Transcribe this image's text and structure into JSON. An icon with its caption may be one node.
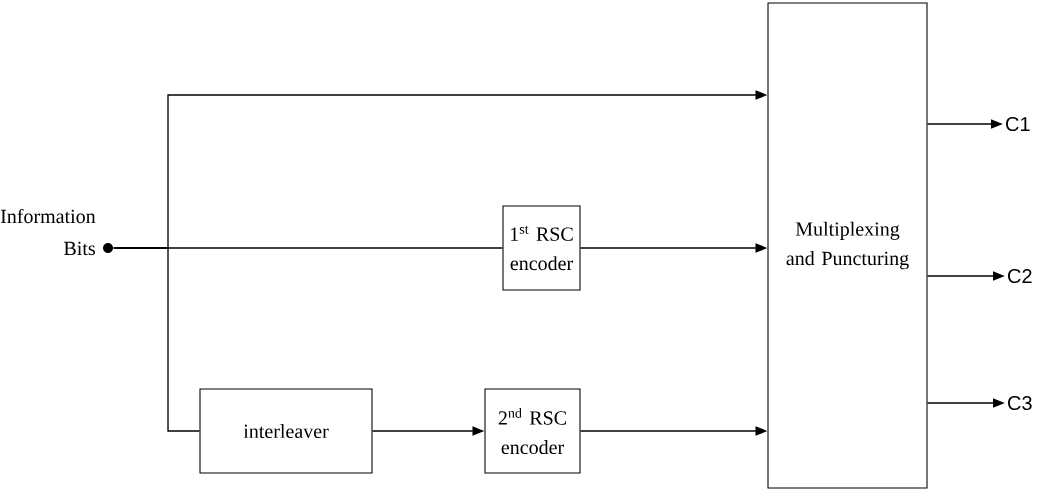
{
  "diagram": {
    "nodes": [
      {
        "text": [],
        "shape": "circle",
        "beside": [
          "Information Bits"
        ]
      },
      {
        "text": [
          "1$^{st}$ RSC encoder"
        ]
      },
      {
        "text": [
          "interleaver"
        ]
      },
      {
        "text": [
          "2$^{nd}$ RSC encoder"
        ]
      },
      {
        "text": [
          "Multiplexing and Puncturing"
        ]
      },
      {
        "text": [
          "C1"
        ]
      },
      {
        "text": [
          "C2"
        ]
      },
      {
        "text": [
          "C3"
        ]
      }
    ],
    "edges": [
      {
        "from": 0,
        "to": 4,
        "arrow": "to"
      },
      {
        "from": 0,
        "to": 1,
        "arrow": "none"
      },
      {
        "from": 0,
        "to": 2,
        "arrow": "none"
      },
      {
        "from": 2,
        "to": 3,
        "arrow": "to"
      },
      {
        "from": 1,
        "to": 4,
        "arrow": "to"
      },
      {
        "from": 3,
        "to": 4,
        "arrow": "to"
      },
      {
        "from": 4,
        "to": 5,
        "arrow": "to"
      },
      {
        "from": 4,
        "to": 6,
        "arrow": "to"
      },
      {
        "from": 4,
        "to": 7,
        "arrow": "to"
      }
    ]
  }
}
